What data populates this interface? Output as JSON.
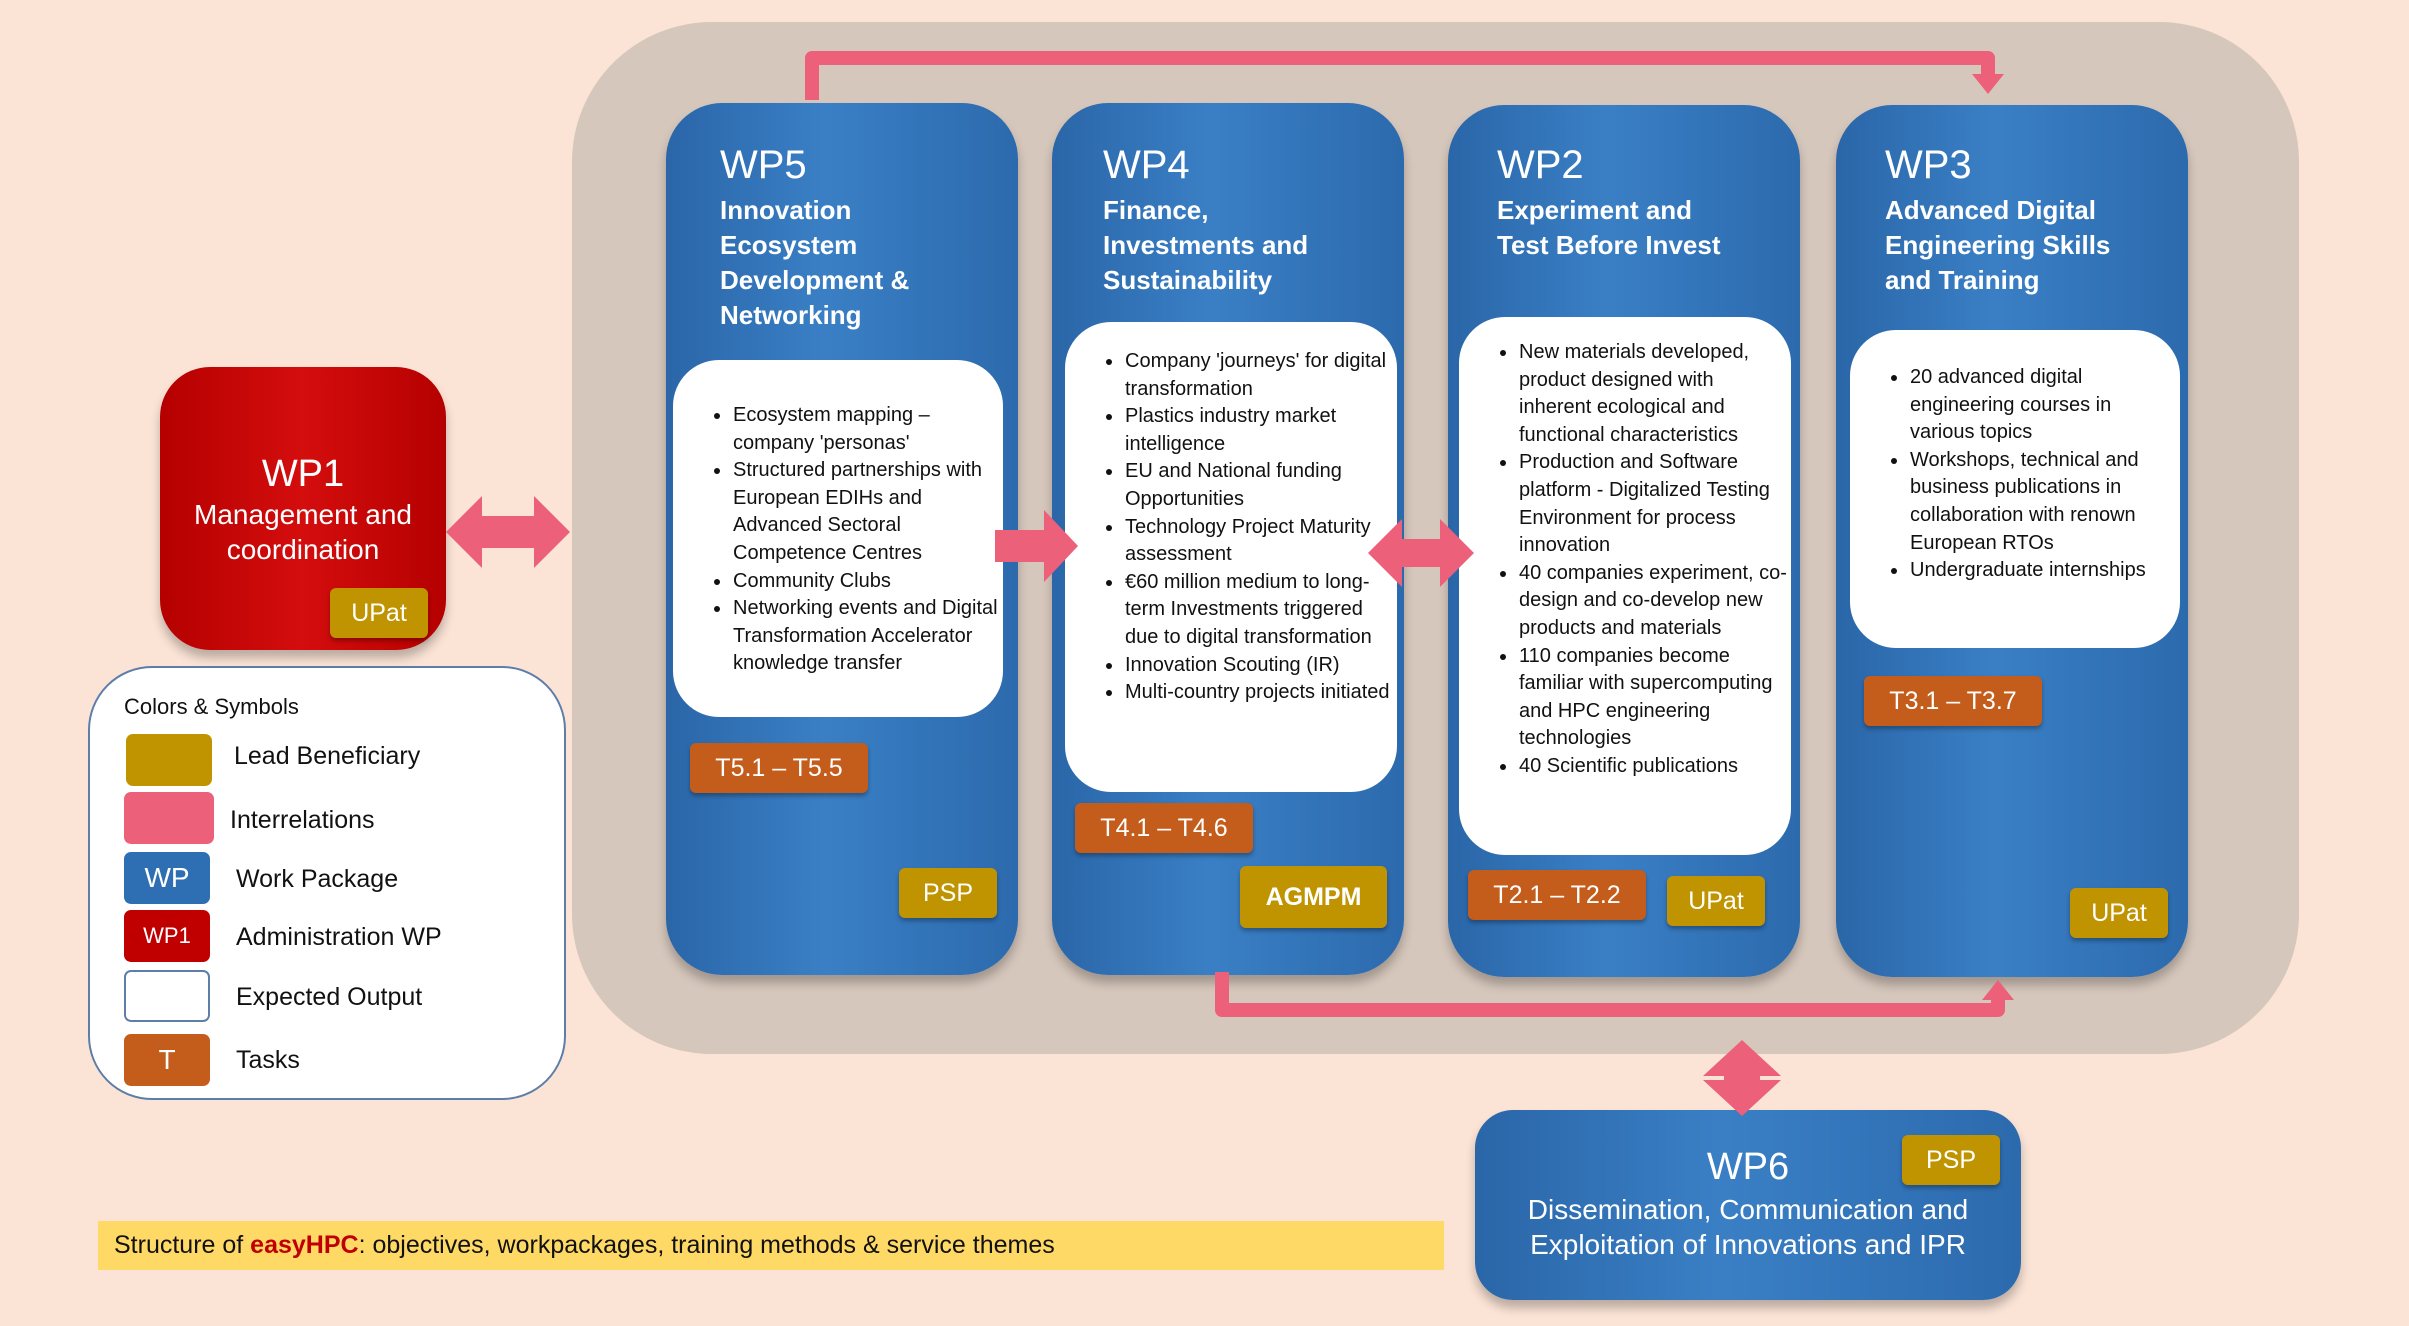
{
  "wp1": {
    "num": "WP1",
    "title": "Management and coordination",
    "lead": "UPat"
  },
  "wp5": {
    "num": "WP5",
    "title": [
      "Innovation",
      "Ecosystem",
      "Development &",
      "Networking"
    ],
    "outputs": [
      "Ecosystem mapping – company 'personas'",
      "Structured partnerships with European EDIHs and Advanced Sectoral Competence Centres",
      "Community Clubs",
      "Networking events and Digital Transformation Accelerator knowledge transfer"
    ],
    "tasks": "T5.1 – T5.5",
    "lead": "PSP"
  },
  "wp4": {
    "num": "WP4",
    "title": [
      "Finance,",
      "Investments and",
      "Sustainability"
    ],
    "outputs": [
      "Company 'journeys' for digital transformation",
      "Plastics industry market intelligence",
      "EU and National funding Opportunities",
      "Technology Project Maturity assessment",
      "€60 million medium to long-term Investments triggered due to digital transformation",
      "Innovation Scouting (IR)",
      "Multi-country projects initiated"
    ],
    "tasks": "T4.1 – T4.6",
    "lead": "AGMPM"
  },
  "wp2": {
    "num": "WP2",
    "title": [
      "Experiment and",
      "Test Before Invest"
    ],
    "outputs": [
      "New materials developed, product designed with inherent ecological and functional characteristics",
      "Production and Software platform - Digitalized Testing Environment for process innovation",
      "40 companies experiment, co-design and co-develop new products and materials",
      "110 companies become familiar with supercomputing and HPC engineering technologies",
      "40 Scientific publications"
    ],
    "tasks": "T2.1 – T2.2",
    "lead": "UPat"
  },
  "wp3": {
    "num": "WP3",
    "title": [
      "Advanced Digital",
      "Engineering Skills",
      "and Training"
    ],
    "outputs": [
      "20 advanced digital engineering courses in various topics",
      "Workshops, technical and business publications in collaboration with renown European RTOs",
      "Undergraduate internships"
    ],
    "tasks": "T3.1 – T3.7",
    "lead": "UPat"
  },
  "wp6": {
    "num": "WP6",
    "title": [
      "Dissemination, Communication and",
      "Exploitation of Innovations and IPR"
    ],
    "lead": "PSP"
  },
  "legend": {
    "title": "Colors & Symbols",
    "items": [
      {
        "label": "Lead Beneficiary",
        "swatch_text": "",
        "color": "#c09400"
      },
      {
        "label": "Interrelations",
        "swatch_text": "",
        "color": "#ed6079"
      },
      {
        "label": "Work Package",
        "swatch_text": "WP",
        "color": "#2e6fb3"
      },
      {
        "label": "Administration WP",
        "swatch_text": "WP1",
        "color": "#c00000"
      },
      {
        "label": "Expected Output",
        "swatch_text": "",
        "color": "#ffffff"
      },
      {
        "label": "Tasks",
        "swatch_text": "T",
        "color": "#c45c1c"
      }
    ]
  },
  "caption": {
    "prefix": "Structure of ",
    "brand": "easyHPC",
    "suffix": ": objectives, workpackages, training methods & service themes"
  },
  "colors": {
    "background": "#fbe4d6",
    "group_background": "#d6c7bc",
    "work_package": "#2e6fb3",
    "admin_wp": "#c00000",
    "task": "#c45c1c",
    "lead_beneficiary": "#c09400",
    "interrelation": "#ed6079",
    "caption_background": "#ffd966"
  }
}
